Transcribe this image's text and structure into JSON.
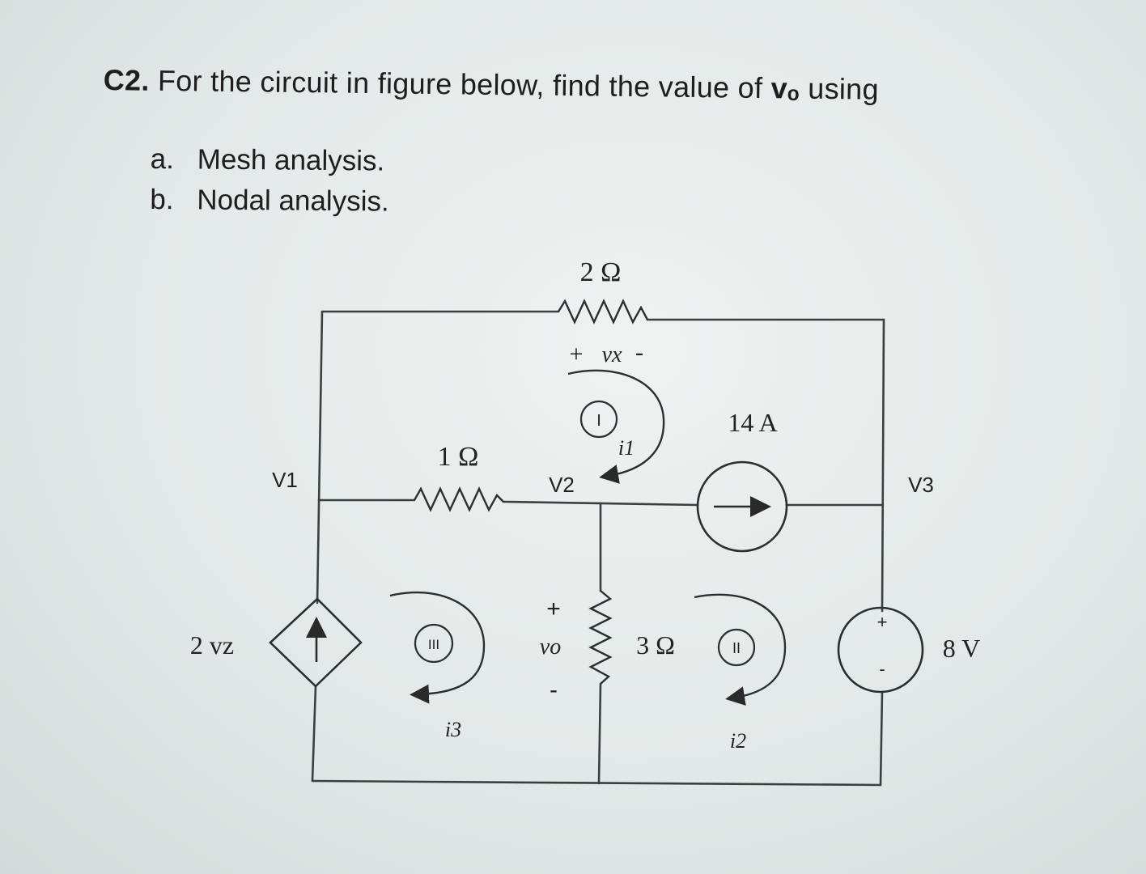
{
  "question": {
    "label": "C2.",
    "text_before": " For the circuit in figure below, find the value of ",
    "variable": "vₒ",
    "text_after": " using",
    "options": [
      {
        "letter": "a.",
        "text": "Mesh analysis."
      },
      {
        "letter": "b.",
        "text": "Nodal analysis."
      }
    ]
  },
  "circuit": {
    "resistors": {
      "r_top": "2 Ω",
      "r_left": "1 Ω",
      "r_mid": "3 Ω"
    },
    "vx_label": {
      "plus": "+",
      "var": "vx",
      "minus": "-"
    },
    "nodes": {
      "n1": "V1",
      "n2": "V2",
      "n3": "V3"
    },
    "current_source": "14 A",
    "dependent_source": "2 vz",
    "voltage_source": {
      "value": "8 V",
      "plus": "+",
      "minus": "-"
    },
    "vo_label": {
      "plus": "+",
      "var": "vo",
      "minus": "-"
    },
    "meshes": {
      "mesh1": {
        "roman": "I",
        "current": "i1"
      },
      "mesh2": {
        "roman": "II",
        "current": "i2"
      },
      "mesh3": {
        "roman": "III",
        "current": "i3"
      }
    }
  }
}
